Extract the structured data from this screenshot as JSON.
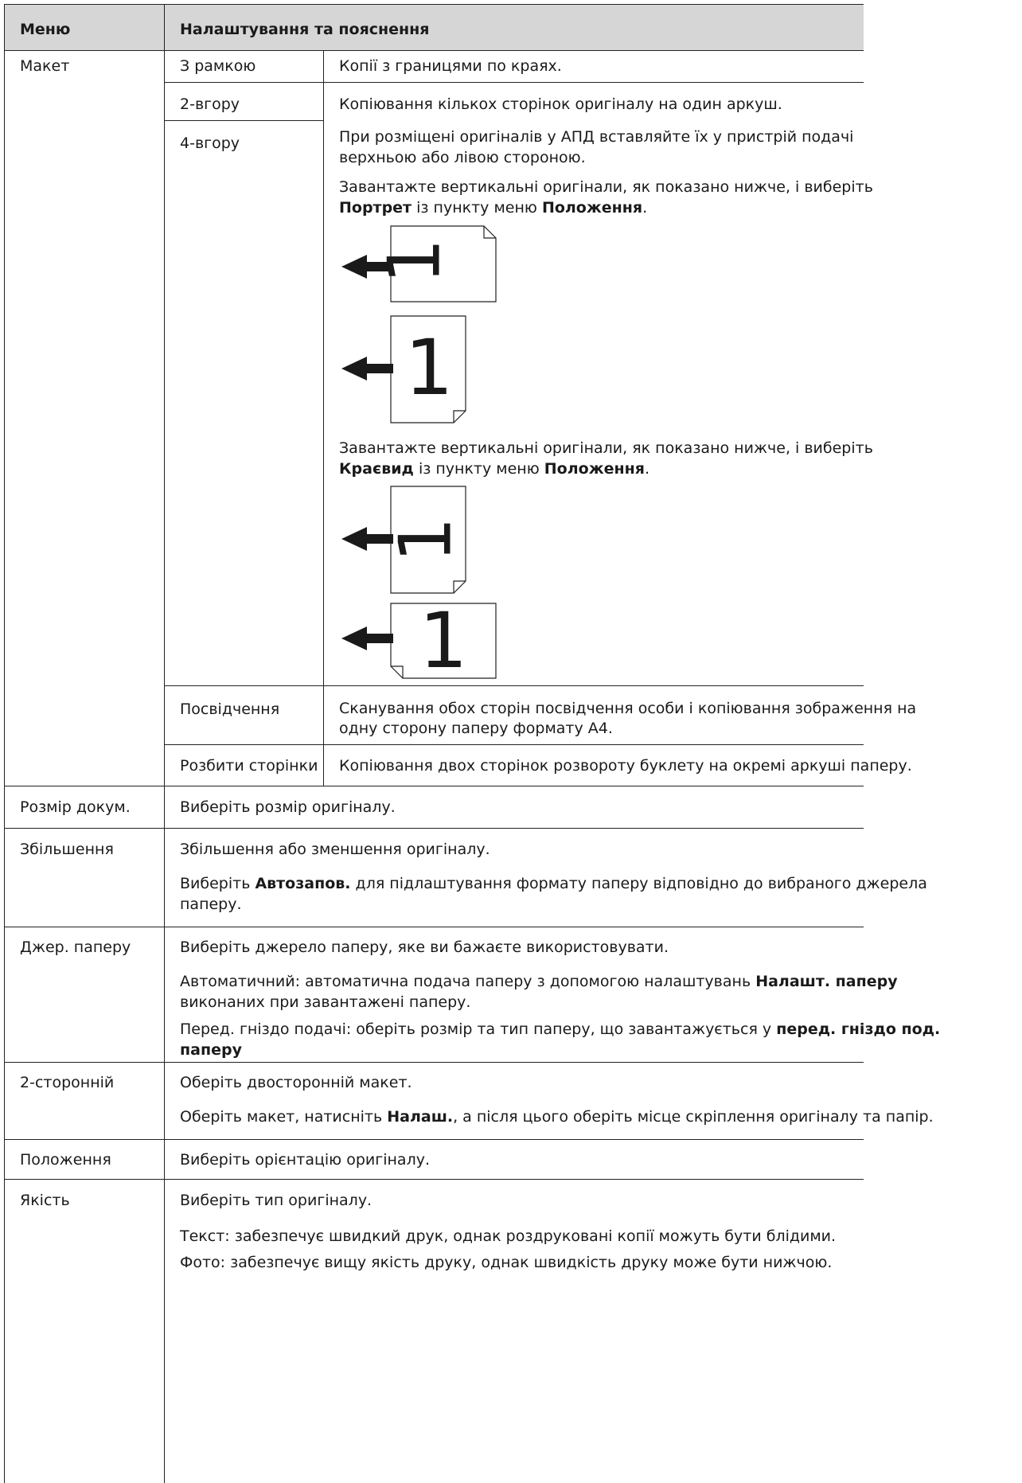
{
  "header": {
    "menu": "Меню",
    "settings": "Налаштування та пояснення"
  },
  "layout": {
    "menu": "Макет",
    "options": {
      "border": {
        "label": "З рамкою",
        "desc": "Копії з границями по краях."
      },
      "two_up": {
        "label": "2-вгору",
        "desc": "Копіювання кількох сторінок оригіналу на один аркуш."
      },
      "four_up": {
        "label": "4-вгору",
        "adf_line1": "При розміщені оригіналів у АПД вставляйте їх у пристрій подачі",
        "adf_line2": "верхньою або лівою стороною.",
        "portrait_line1": "Завантажте вертикальні оригінали, як показано нижче, і виберіть",
        "portrait_bold1": "Портрет",
        "portrait_mid": " із пункту меню ",
        "portrait_bold2": "Положення",
        "portrait_end": ".",
        "landscape_line1": "Завантажте вертикальні оригінали, як показано нижче, і виберіть",
        "landscape_bold1": "Краєвид",
        "landscape_mid": " із пункту меню ",
        "landscape_bold2": "Положення",
        "landscape_end": "."
      },
      "id_card": {
        "label": "Посвідчення",
        "desc_line1": "Сканування обох сторін посвідчення особи і копіювання зображення на",
        "desc_line2": "одну сторону паперу формату А4."
      },
      "split": {
        "label": "Розбити сторінки",
        "desc": "Копіювання двох сторінок розвороту буклету на окремі аркуші паперу."
      }
    },
    "figure_digit": "1"
  },
  "doc_size": {
    "menu": "Розмір докум.",
    "desc": "Виберіть розмір оригіналу."
  },
  "zoom": {
    "menu": "Збільшення",
    "desc": "Збільшення або зменшення оригіналу.",
    "auto_pre": "Виберіть ",
    "auto_bold": "Автозапов.",
    "auto_post": " для підлаштування формату паперу відповідно до вибраного джерела",
    "auto_line2": "паперу."
  },
  "paper_source": {
    "menu": "Джер. паперу",
    "desc": "Виберіть джерело паперу, яке ви бажаєте використовувати.",
    "auto_pre": "Автоматичний: автоматична подача паперу з допомогою налаштувань ",
    "auto_bold": "Налашт. паперу",
    "auto_line2": "виконаних при завантажені паперу.",
    "front_pre": "Перед. гніздо подачі: оберіть розмір та тип паперу, що завантажується у ",
    "front_bold1": "перед. гніздо под.",
    "front_bold2": "паперу"
  },
  "two_sided": {
    "menu": "2-сторонній",
    "desc": "Оберіть двосторонній макет.",
    "more_pre": "Оберіть макет, натисніть ",
    "more_bold": "Налаш.",
    "more_post": ", а після цього оберіть місце скріплення оригіналу та папір."
  },
  "orientation": {
    "menu": "Положення",
    "desc": "Виберіть орієнтацію оригіналу."
  },
  "quality": {
    "menu": "Якість",
    "desc": "Виберіть тип оригіналу.",
    "text_opt": "Текст: забезпечує швидкий друк, однак роздруковані копії можуть бути блідими.",
    "photo_opt": "Фото: забезпечує вищу якість друку, однак швидкість друку може бути нижчою."
  }
}
